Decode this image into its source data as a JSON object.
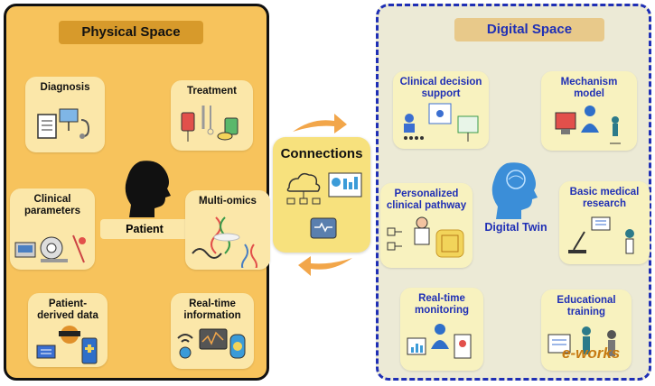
{
  "physical_space": {
    "title": "Physical Space",
    "patient_label": "Patient",
    "cards": [
      {
        "id": "diagnosis",
        "label": "Diagnosis"
      },
      {
        "id": "treatment",
        "label": "Treatment"
      },
      {
        "id": "clinical-parameters",
        "label": "Clinical\nparameters"
      },
      {
        "id": "multi-omics",
        "label": "Multi-omics"
      },
      {
        "id": "patient-derived-data",
        "label": "Patient-\nderived data"
      },
      {
        "id": "real-time-information",
        "label": "Real-time\ninformation"
      }
    ]
  },
  "connections": {
    "label": "Connections"
  },
  "digital_space": {
    "title": "Digital Space",
    "center_label": "Digital Twin",
    "cards": [
      {
        "id": "clinical-decision-support",
        "label": "Clinical decision\nsupport"
      },
      {
        "id": "mechanism-model",
        "label": "Mechanism\nmodel"
      },
      {
        "id": "personalized-clinical-pathway",
        "label": "Personalized\nclinical pathway"
      },
      {
        "id": "basic-medical-research",
        "label": "Basic medical\nresearch"
      },
      {
        "id": "real-time-monitoring",
        "label": "Real-time\nmonitoring"
      },
      {
        "id": "educational-training",
        "label": "Educational\ntraining"
      }
    ]
  },
  "watermark": "e-works",
  "colors": {
    "physical_bg": "#f7c35c",
    "digital_bg": "#ecead6",
    "digital_text": "#1f2fb5",
    "arrow": "#f2a64a"
  }
}
